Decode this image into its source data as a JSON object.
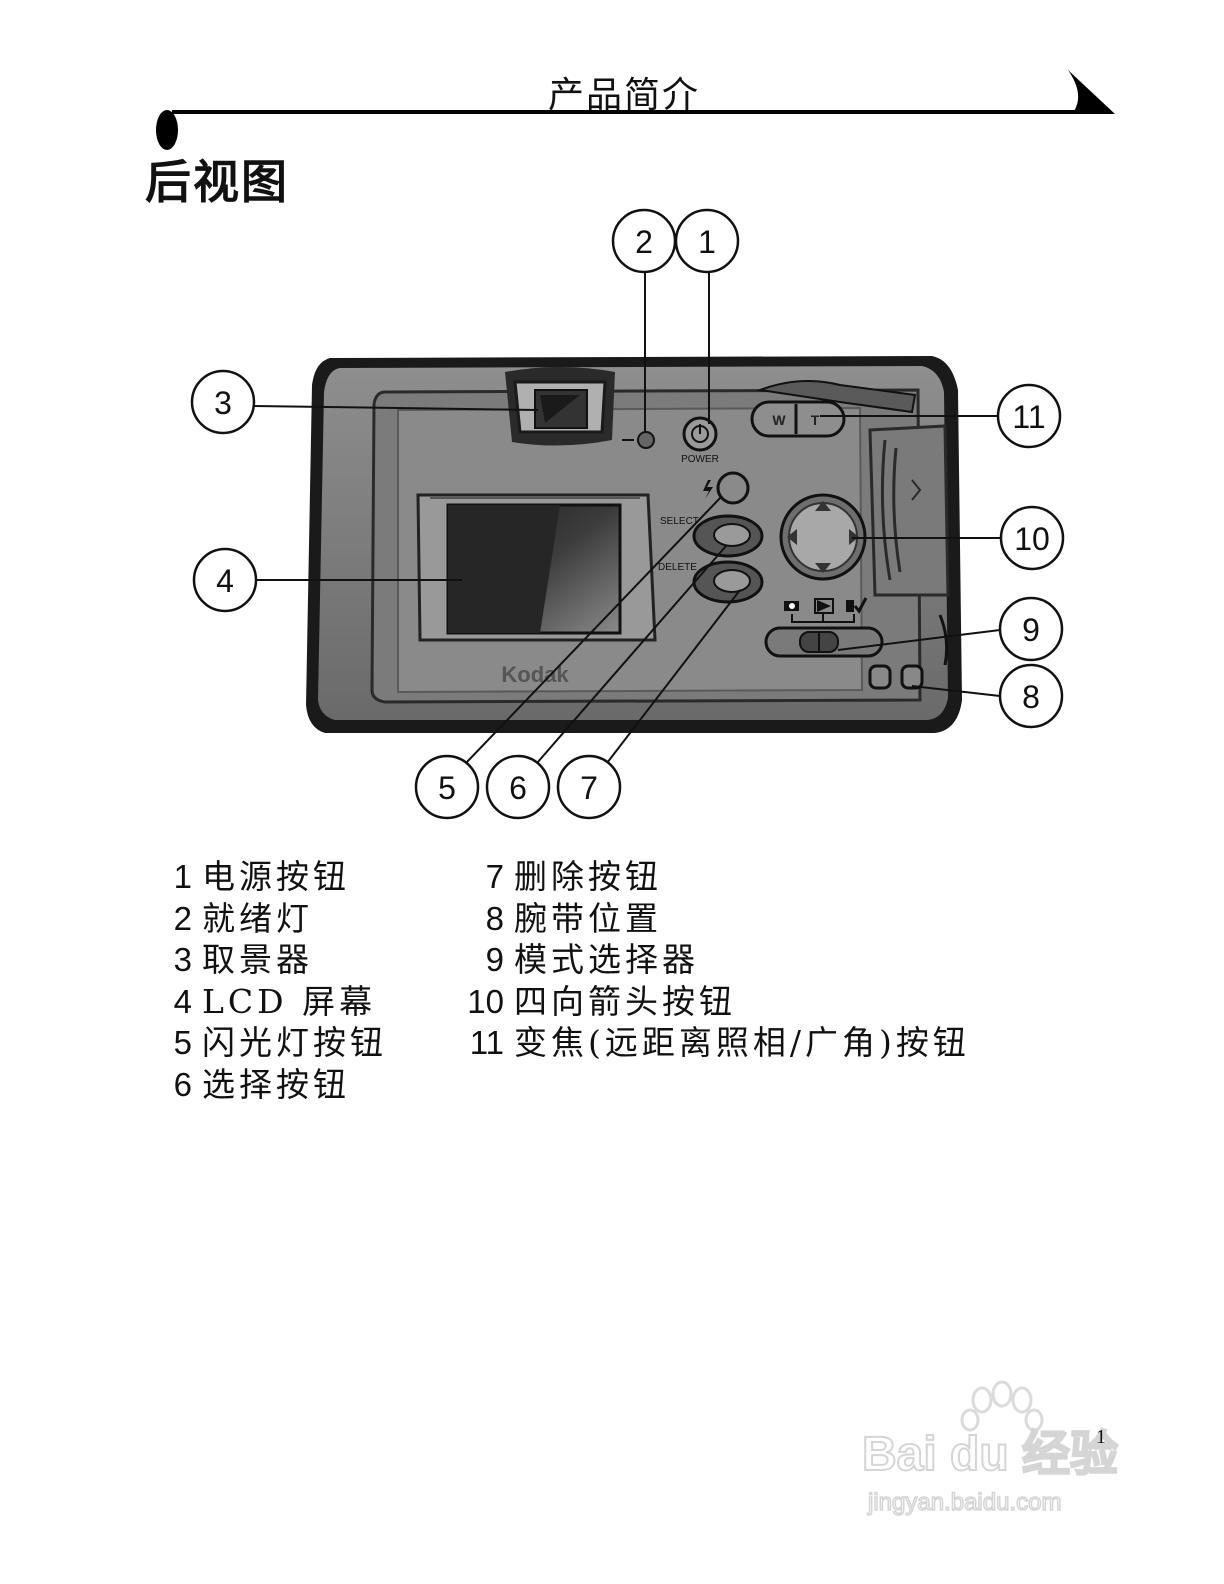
{
  "header": {
    "title": "产品简介"
  },
  "section": {
    "title": "后视图"
  },
  "camera": {
    "brand": "Kodak",
    "power_label": "POWER",
    "select_label": "SELECT",
    "delete_label": "DELETE",
    "zoom_w": "W",
    "zoom_t": "T"
  },
  "callouts": [
    "1",
    "2",
    "3",
    "4",
    "5",
    "6",
    "7",
    "8",
    "9",
    "10",
    "11"
  ],
  "legend": {
    "left": [
      {
        "num": "1",
        "text": "电源按钮"
      },
      {
        "num": "2",
        "text": "就绪灯"
      },
      {
        "num": "3",
        "text": "取景器"
      },
      {
        "num": "4",
        "text": "LCD 屏幕"
      },
      {
        "num": "5",
        "text": "闪光灯按钮"
      },
      {
        "num": "6",
        "text": "选择按钮"
      }
    ],
    "right": [
      {
        "num": "7",
        "text": "删除按钮"
      },
      {
        "num": "8",
        "text": "腕带位置"
      },
      {
        "num": "9",
        "text": "模式选择器"
      },
      {
        "num": "10",
        "text": "四向箭头按钮"
      },
      {
        "num": "11",
        "text": "变焦(远距离照相/广角)按钮"
      }
    ]
  },
  "page_number": "1",
  "watermark": {
    "main": "Bai du 经验",
    "sub": "jingyan.baidu.com"
  }
}
